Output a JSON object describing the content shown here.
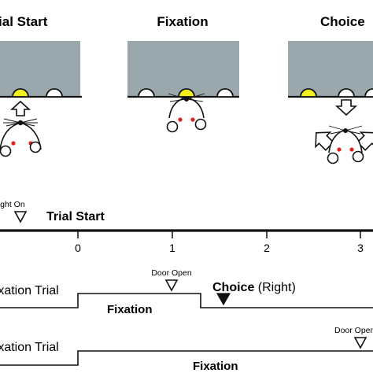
{
  "panels": [
    {
      "title": "Trial Start",
      "lit_port": "left"
    },
    {
      "title": "Fixation",
      "lit_port": "center"
    },
    {
      "title": "Choice",
      "lit_port": "left"
    }
  ],
  "timeline": {
    "event_light_on": "Light On",
    "label_trial_start": "Trial Start",
    "ticks": [
      "0",
      "1",
      "2",
      "3"
    ]
  },
  "trial_rows": [
    {
      "label": "Fixation Trial",
      "phase": "Fixation",
      "event_door_open": "Door Open",
      "choice_bold": "Choice",
      "choice_side": " (Right)"
    },
    {
      "label": "Fixation Trial",
      "phase": "Fixation",
      "event_door_open": "Door Open"
    }
  ],
  "colors": {
    "arena": "#9aa8ad",
    "light": "#f3f01f",
    "eye": "#e0221d"
  }
}
